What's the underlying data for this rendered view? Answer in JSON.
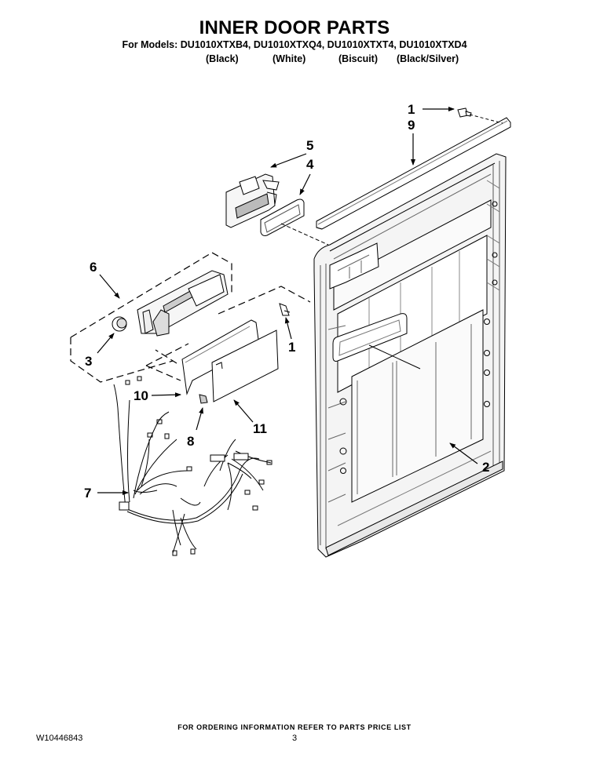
{
  "header": {
    "title": "INNER DOOR PARTS",
    "models_line": "For Models: DU1010XTXB4, DU1010XTXQ4, DU1010XTXT4, DU1010XTXD4",
    "models": [
      {
        "model": "DU1010XTXB4",
        "color": "(Black)"
      },
      {
        "model": "DU1010XTXQ4",
        "color": "(White)"
      },
      {
        "model": "DU1010XTXT4",
        "color": "(Biscuit)"
      },
      {
        "model": "DU1010XTXD4",
        "color": "(Black/Silver)"
      }
    ]
  },
  "diagram": {
    "description": "Exploded view of dishwasher inner door assembly",
    "callouts": [
      {
        "id": "callout-1-top",
        "label": "1",
        "part": "screw (top)"
      },
      {
        "id": "callout-9",
        "label": "9",
        "part": "top trim strip"
      },
      {
        "id": "callout-5",
        "label": "5",
        "part": "dispenser"
      },
      {
        "id": "callout-4",
        "label": "4",
        "part": "dispenser gasket"
      },
      {
        "id": "callout-6",
        "label": "6",
        "part": "control/console assembly"
      },
      {
        "id": "callout-3",
        "label": "3",
        "part": "knob"
      },
      {
        "id": "callout-1-mid",
        "label": "1",
        "part": "screw"
      },
      {
        "id": "callout-10",
        "label": "10",
        "part": "control board bracket"
      },
      {
        "id": "callout-8",
        "label": "8",
        "part": "screw"
      },
      {
        "id": "callout-11",
        "label": "11",
        "part": "control board cover"
      },
      {
        "id": "callout-7",
        "label": "7",
        "part": "wire harness"
      },
      {
        "id": "callout-2",
        "label": "2",
        "part": "inner door panel"
      }
    ]
  },
  "footer": {
    "ordering_note": "FOR ORDERING INFORMATION REFER TO PARTS PRICE LIST",
    "document_number": "W10446843",
    "page_number": "3"
  }
}
